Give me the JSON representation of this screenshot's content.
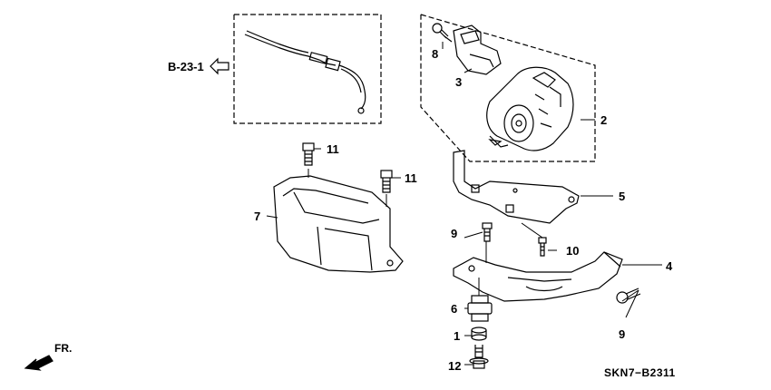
{
  "diagram": {
    "reference_label": "B-23-1",
    "diagram_code": "SKN7−B2311",
    "front_label": "FR.",
    "callouts": {
      "c1": "1",
      "c2": "2",
      "c3": "3",
      "c4": "4",
      "c5": "5",
      "c6": "6",
      "c7": "7",
      "c8": "8",
      "c9a": "9",
      "c9b": "9",
      "c10": "10",
      "c11a": "11",
      "c11b": "11",
      "c12": "12"
    }
  },
  "colors": {
    "ink": "#000000",
    "background": "#ffffff"
  },
  "icons": [
    "reference-arrow-icon",
    "front-arrow-icon"
  ]
}
